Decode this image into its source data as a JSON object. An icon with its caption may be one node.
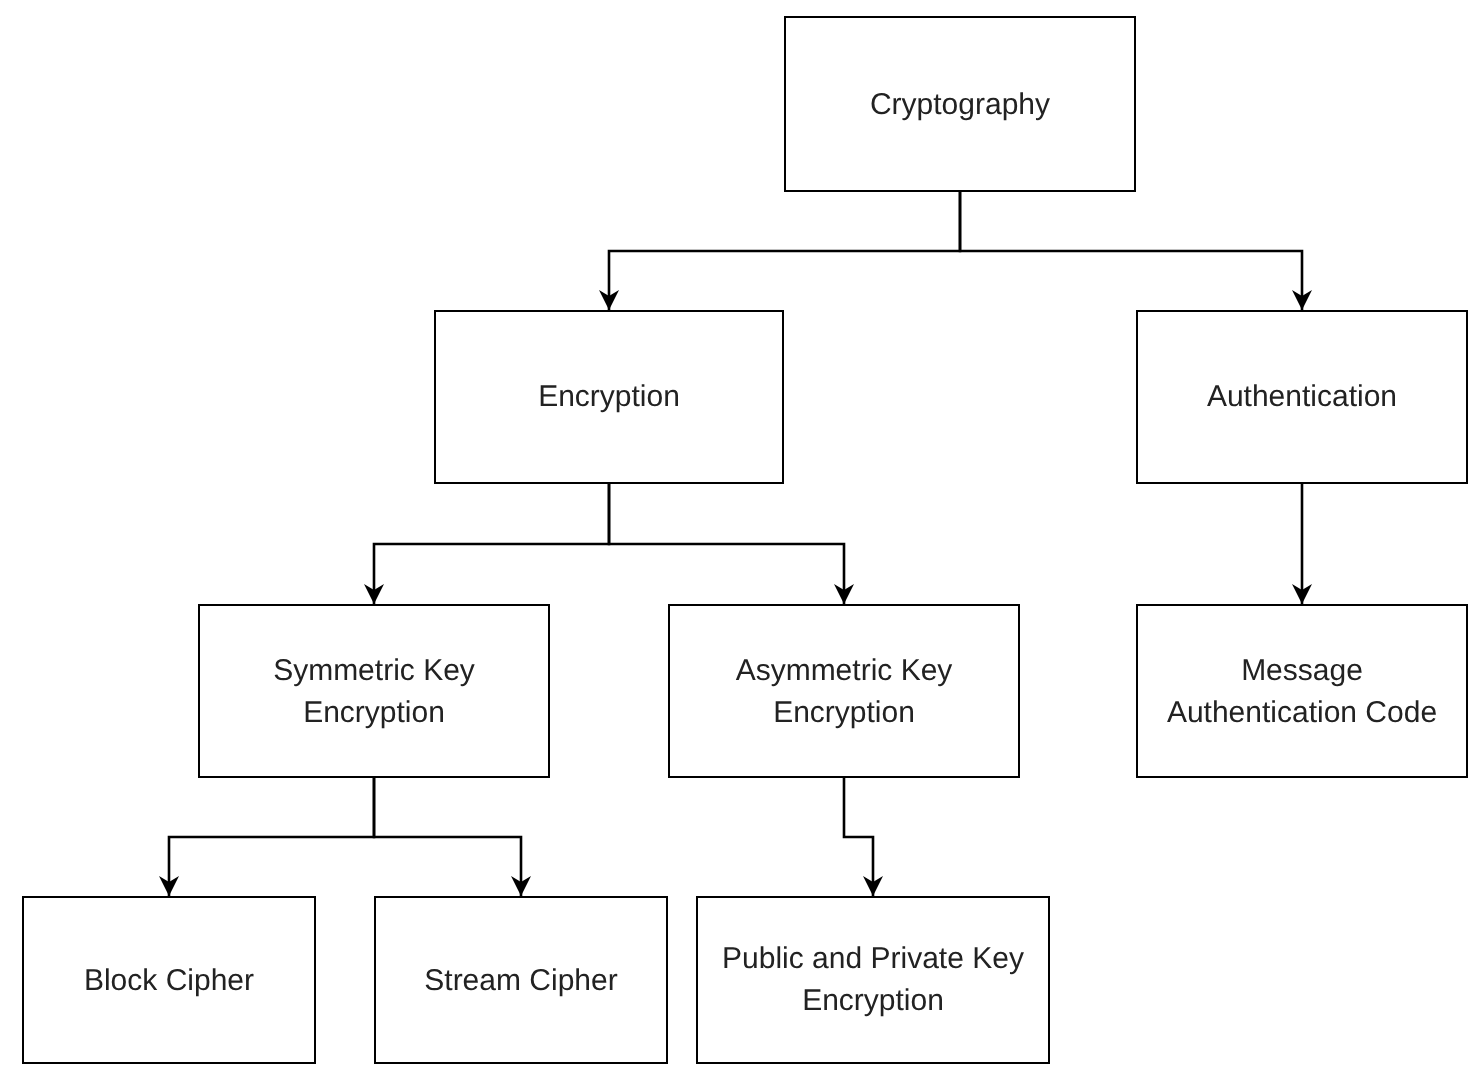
{
  "diagram": {
    "nodes": [
      {
        "text": [
          "Cryptography"
        ]
      },
      {
        "text": [
          "Encryption"
        ]
      },
      {
        "text": [
          "Authentication"
        ]
      },
      {
        "text": [
          "Symmetric Key Encryption"
        ]
      },
      {
        "text": [
          "Asymmetric Key Encryption"
        ]
      },
      {
        "text": [
          "Message Authentication Code"
        ]
      },
      {
        "text": [
          "Block Cipher"
        ]
      },
      {
        "text": [
          "Stream Cipher"
        ]
      },
      {
        "text": [
          "Public and Private Key Encryption"
        ]
      }
    ],
    "edges": [
      {
        "from": 0,
        "to": 1,
        "arrow": "to"
      },
      {
        "from": 0,
        "to": 2,
        "arrow": "to"
      },
      {
        "from": 1,
        "to": 3,
        "arrow": "to"
      },
      {
        "from": 1,
        "to": 4,
        "arrow": "to"
      },
      {
        "from": 2,
        "to": 5,
        "arrow": "to"
      },
      {
        "from": 3,
        "to": 6,
        "arrow": "to"
      },
      {
        "from": 3,
        "to": 7,
        "arrow": "to"
      },
      {
        "from": 4,
        "to": 8,
        "arrow": "to"
      }
    ]
  }
}
